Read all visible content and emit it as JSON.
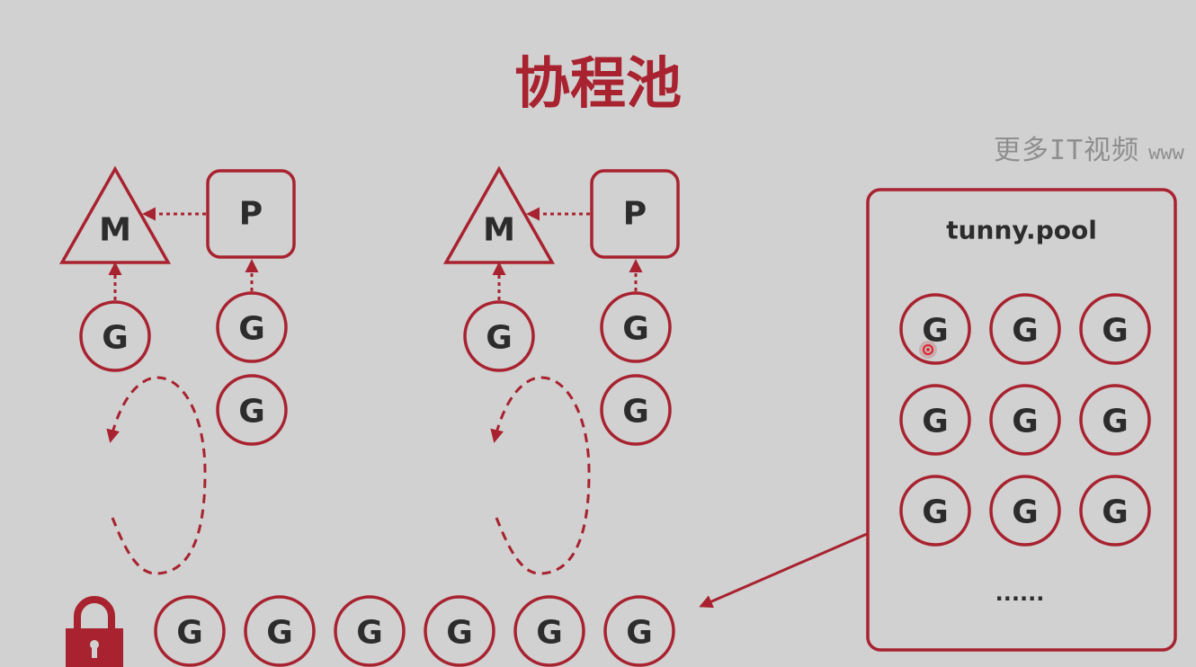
{
  "title": "协程池",
  "watermark": {
    "text": "更多IT视频",
    "url": "www"
  },
  "labels": {
    "m": "M",
    "p": "P",
    "g": "G"
  },
  "pool": {
    "name": "tunny.pool",
    "ellipsis": "......"
  },
  "colors": {
    "accent": "#a8222f",
    "text": "#2c2c2c",
    "background": "#d1d1d1",
    "watermark": "#8e8e8e"
  }
}
